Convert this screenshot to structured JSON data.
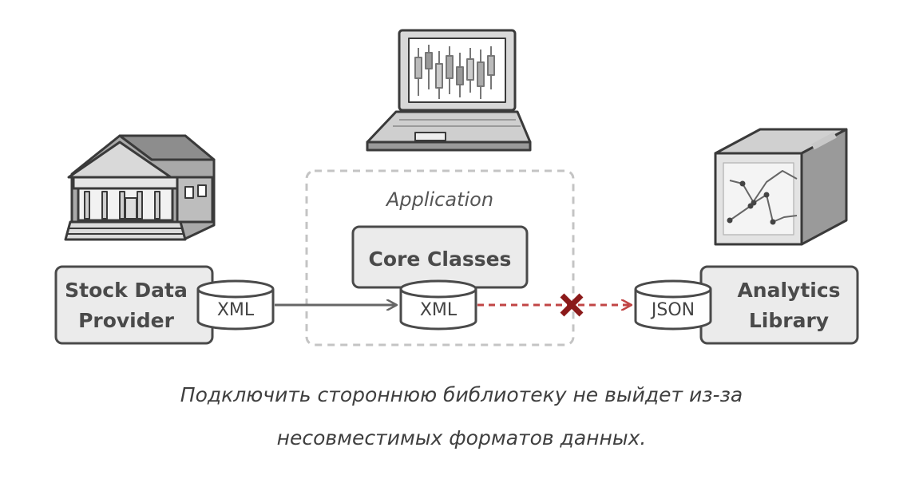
{
  "diagram": {
    "provider": {
      "line1": "Stock Data",
      "line2": "Provider",
      "format": "XML"
    },
    "application": {
      "label": "Application",
      "core": "Core Classes",
      "format": "XML"
    },
    "library": {
      "line1": "Analytics",
      "line2": "Library",
      "format": "JSON"
    }
  },
  "caption": {
    "line1": "Подключить стороннюю библиотеку не выйдет из-за",
    "line2": "несовместимых форматов данных."
  },
  "colors": {
    "box_fill": "#ebebeb",
    "stroke": "#4a4a4a",
    "connector": "#666666",
    "incompatible": "#c14545",
    "cross": "#8b1a1a"
  }
}
